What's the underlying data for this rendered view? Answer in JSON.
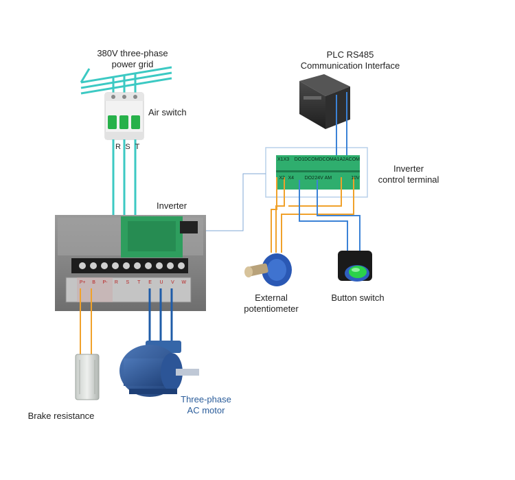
{
  "labels": {
    "power_grid": [
      "380V three-phase",
      "power grid"
    ],
    "plc": [
      "PLC RS485",
      "Communication Interface"
    ],
    "air_switch": "Air switch",
    "phase_r": "R",
    "phase_s": "S",
    "phase_t": "T",
    "control_terminal": [
      "Inverter",
      "control terminal"
    ],
    "inverter": "Inverter",
    "potentiometer": [
      "External",
      "potentiometer"
    ],
    "button_switch": "Button switch",
    "brake_resistance": "Brake resistance",
    "motor": [
      "Three-phase",
      "AC motor"
    ]
  },
  "terminal_block": {
    "top_row": [
      "X1",
      "X3",
      "",
      "DO1",
      "DCOM",
      "DCOM",
      "A1",
      "A2",
      "ACOM"
    ],
    "bottom_row": [
      "X2",
      "X4",
      "",
      "DO2",
      "24V",
      "AM",
      "",
      "",
      "10V"
    ]
  },
  "power_terminals": [
    "P+",
    "B",
    "P-",
    "R",
    "S",
    "T",
    "E",
    "U",
    "V",
    "W"
  ],
  "colors": {
    "mains_wire": "#3cc9c3",
    "control_wire": "#f0a12a",
    "signal_wire": "#3b82d6",
    "motor_wire": "#1f5ca8",
    "terminal_green": "#2fae6e",
    "label_blue": "#2a5c9a"
  }
}
